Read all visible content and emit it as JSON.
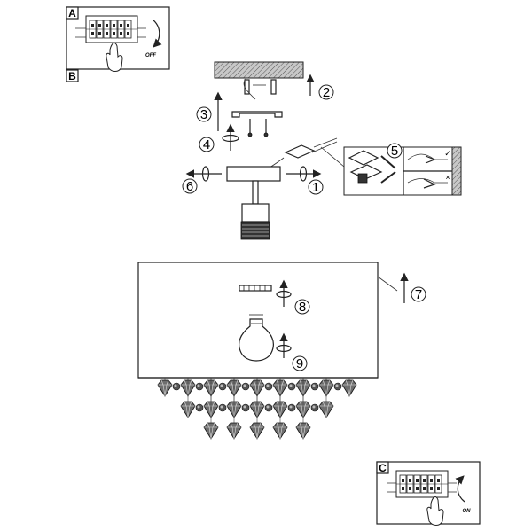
{
  "panels": {
    "a": {
      "letter": "A",
      "caption": "OFF"
    },
    "b": {
      "letter": "B"
    },
    "c": {
      "letter": "C",
      "caption": "ON"
    }
  },
  "steps": [
    "1",
    "2",
    "3",
    "4",
    "5",
    "6",
    "7",
    "8",
    "9"
  ],
  "wire_check": {
    "ok_mark": "✓",
    "bad_mark": "×"
  }
}
